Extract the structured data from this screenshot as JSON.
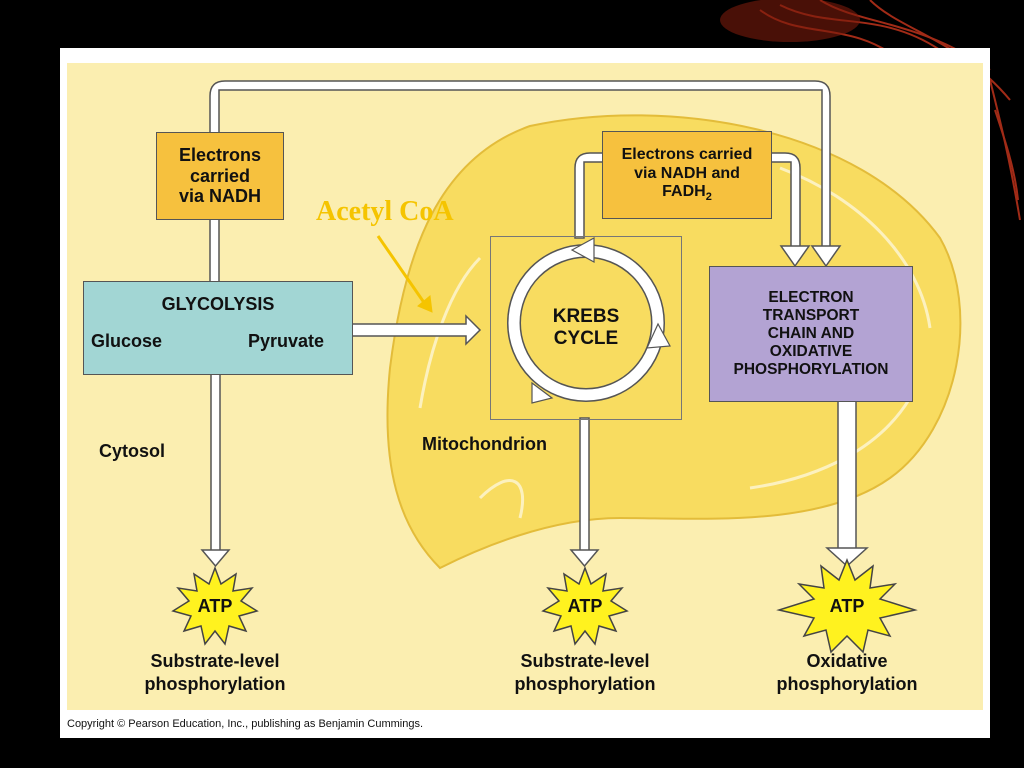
{
  "diagram": {
    "nadh_box": {
      "line1": "Electrons",
      "line2": "carried",
      "line3": "via NADH"
    },
    "nadh_fadh_box": {
      "line1": "Electrons carried",
      "line2": "via NADH and",
      "line3_main": "FADH",
      "line3_sub": "2"
    },
    "acetyl_label": "Acetyl CoA",
    "glycolysis": {
      "title": "GLYCOLYSIS",
      "input": "Glucose",
      "output": "Pyruvate"
    },
    "krebs": {
      "line1": "KREBS",
      "line2": "CYCLE"
    },
    "etc": {
      "line1": "ELECTRON",
      "line2": "TRANSPORT",
      "line3": "CHAIN AND",
      "line4": "OXIDATIVE",
      "line5": "PHOSPHORYLATION"
    },
    "cytosol_label": "Cytosol",
    "mitochondrion_label": "Mitochondrion",
    "atp_outputs": [
      {
        "atp": "ATP",
        "line1": "Substrate-level",
        "line2": "phosphorylation"
      },
      {
        "atp": "ATP",
        "line1": "Substrate-level",
        "line2": "phosphorylation"
      },
      {
        "atp": "ATP",
        "line1": "Oxidative",
        "line2": "phosphorylation"
      }
    ],
    "copyright": "Copyright © Pearson Education, Inc., publishing as Benjamin Cummings."
  },
  "colors": {
    "background": "#fbeeb0",
    "mitochondrion": "#f8dc60",
    "nadh_box": "#f6c13e",
    "glycolysis_box": "#a2d6d4",
    "krebs_box": "#f6b89a",
    "etc_box": "#b3a3d3",
    "atp_burst": "#fff21f",
    "acetyl_label": "#f5c400"
  }
}
